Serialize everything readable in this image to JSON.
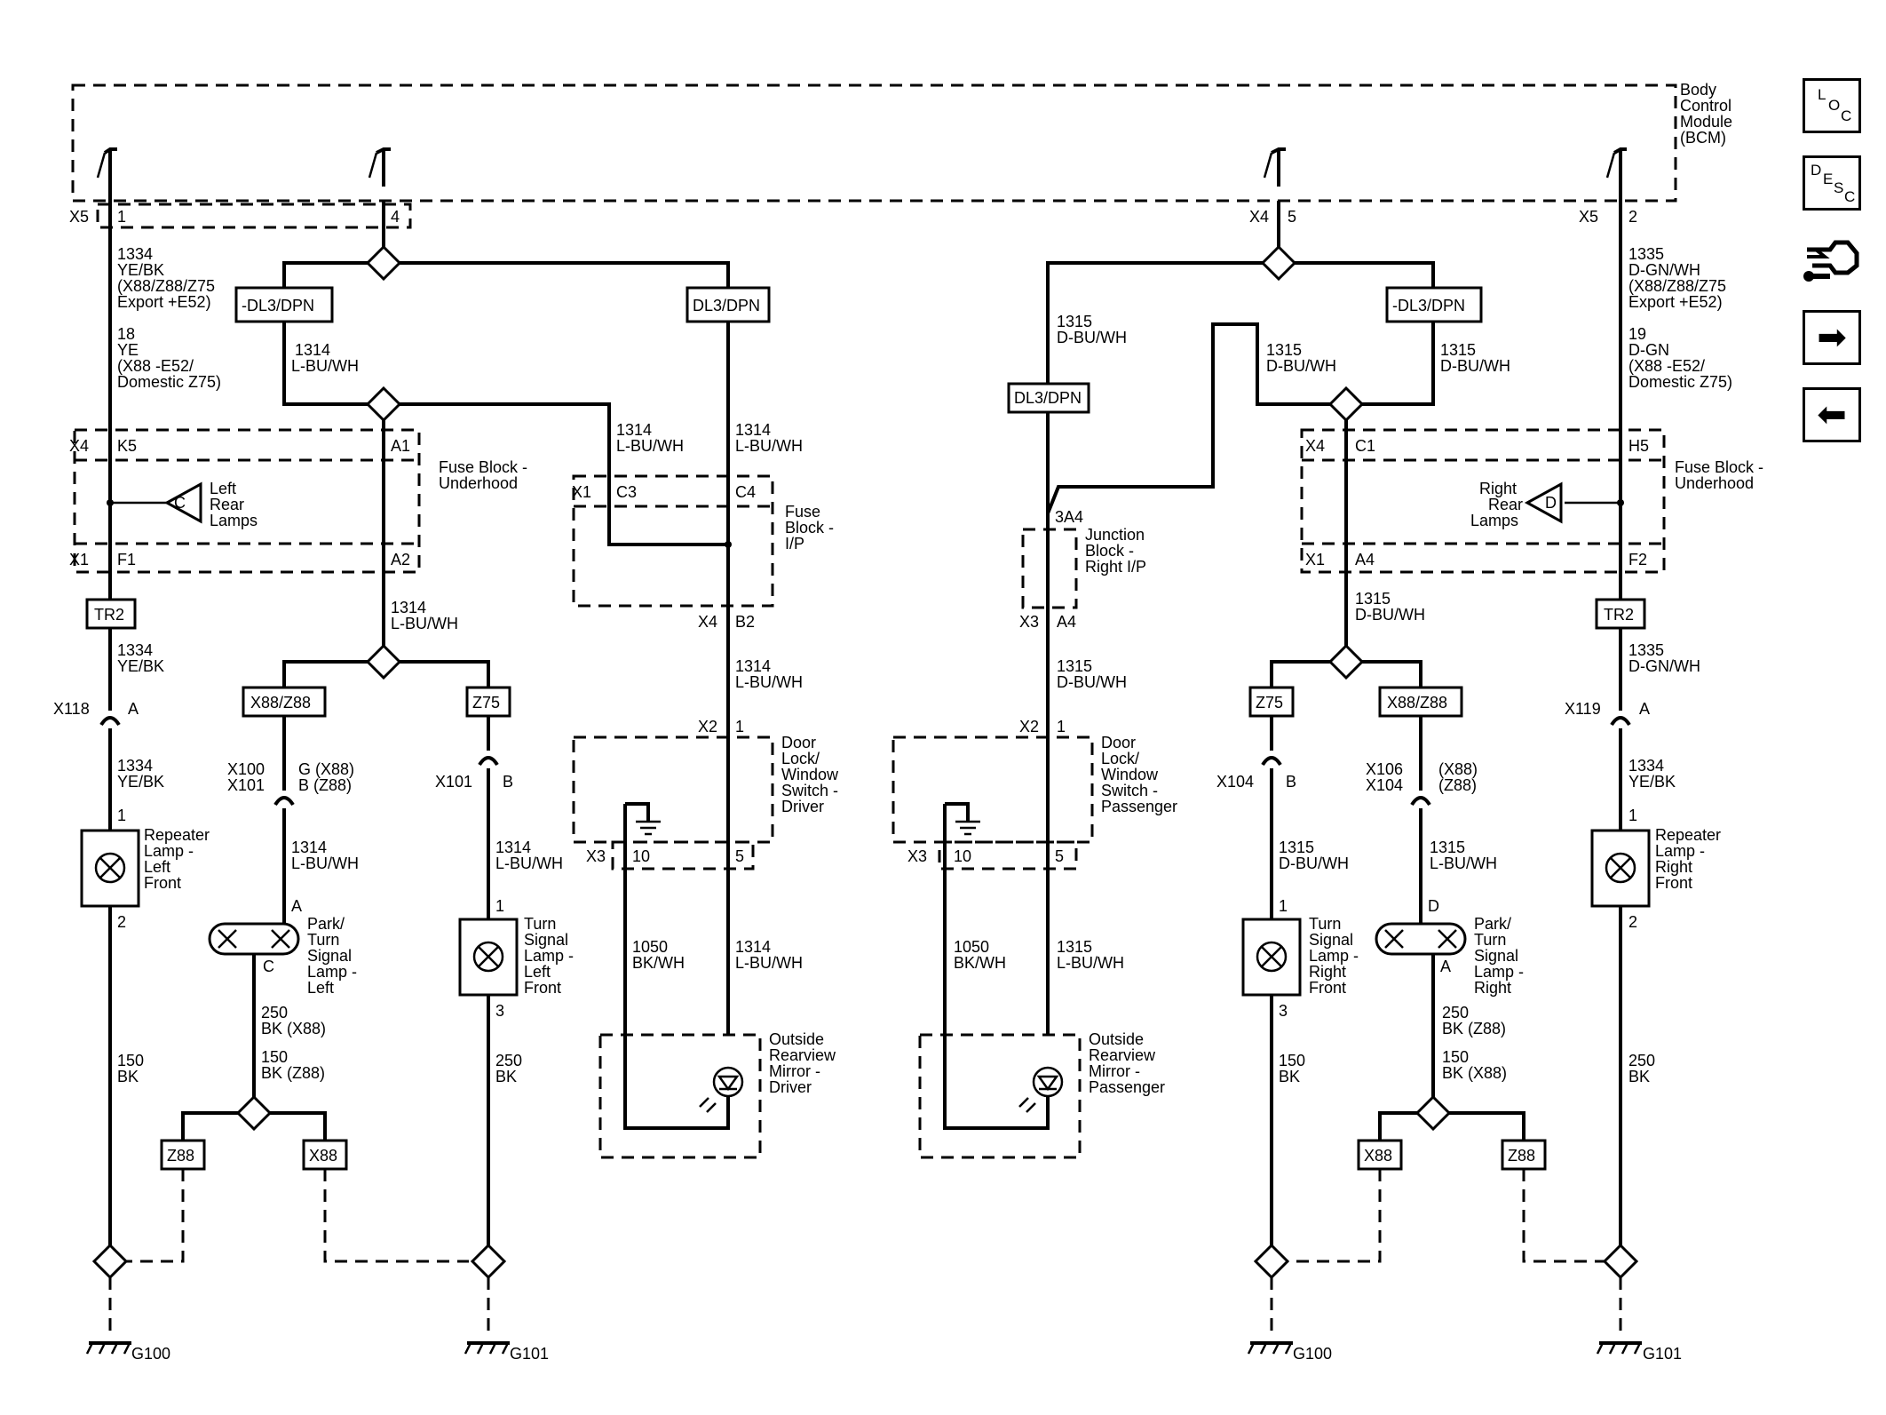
{
  "bcm": {
    "name": [
      "Body",
      "Control",
      "Module",
      "(BCM)"
    ]
  },
  "pins": {
    "x5_1": [
      "X5",
      "1"
    ],
    "p4": "4",
    "x4_5": [
      "X4",
      "5"
    ],
    "x5_2": [
      "X5",
      "2"
    ]
  },
  "left_outer_wire": [
    "1334",
    "YE/BK",
    "(X88/Z88/Z75",
    "Export +E52)",
    "18",
    "YE",
    "(X88 -E52/",
    "Domestic Z75)"
  ],
  "right_outer_wire": [
    "1335",
    "D-GN/WH",
    "(X88/Z88/Z75",
    "Export +E52)",
    "19",
    "D-GN",
    "(X88 -E52/",
    "Domestic Z75)"
  ],
  "options": {
    "ndl3": "-DL3/DPN",
    "dl3": "DL3/DPN",
    "x88z88": "X88/Z88",
    "z75": "Z75",
    "tr2": "TR2",
    "z88": "Z88",
    "x88": "X88"
  },
  "wire_1314_lbuwh": [
    "1314",
    "L-BU/WH"
  ],
  "wire_1315_dbuwh": [
    "1315",
    "D-BU/WH"
  ],
  "wire_1314_lbuwh_b": [
    "1314",
    "L-BU/WH"
  ],
  "wire_1315_lbuwh": [
    "1315",
    "L-BU/WH"
  ],
  "fuse_block_underhood": [
    "Fuse Block -",
    "Underhood"
  ],
  "fuse_block_ip": [
    "Fuse",
    "Block -",
    "I/P"
  ],
  "junction_block": [
    "Junction",
    "Block -",
    "Right I/P"
  ],
  "left_rear_lamps": [
    "Left",
    "Rear",
    "Lamps"
  ],
  "right_rear_lamps": [
    "Right",
    "Rear",
    "Lamps"
  ],
  "conn_labels": {
    "x4": "X4",
    "k5": "K5",
    "a1": "A1",
    "x1": "X1",
    "f1": "F1",
    "a2": "A2",
    "c3": "C3",
    "c4": "C4",
    "x4b": "X4",
    "b2": "B2",
    "c1": "C1",
    "h5": "H5",
    "a4": "A4",
    "f2": "F2",
    "x3": "X3",
    "a4j": "A4",
    "3a4": "3A4",
    "x2": "X2",
    "one": "1",
    "ten": "10",
    "five": "5",
    "x118": "X118",
    "x119": "X119",
    "a": "A",
    "b": "B",
    "c": "C",
    "d": "D",
    "x100": "X100",
    "x101": "X101",
    "g_x88": "G (X88)",
    "b_z88": "B (Z88)",
    "x104": "X104",
    "x106": "X106",
    "x88p": "(X88)",
    "z88p": "(Z88)",
    "two": "2",
    "three": "3"
  },
  "door_switch_driver": [
    "Door",
    "Lock/",
    "Window",
    "Switch -",
    "Driver"
  ],
  "door_switch_pass": [
    "Door",
    "Lock/",
    "Window",
    "Switch -",
    "Passenger"
  ],
  "mirror_driver": [
    "Outside",
    "Rearview",
    "Mirror -",
    "Driver"
  ],
  "mirror_pass": [
    "Outside",
    "Rearview",
    "Mirror -",
    "Passenger"
  ],
  "repeater_left": [
    "Repeater",
    "Lamp -",
    "Left",
    "Front"
  ],
  "repeater_right": [
    "Repeater",
    "Lamp -",
    "Right",
    "Front"
  ],
  "park_left": [
    "Park/",
    "Turn",
    "Signal",
    "Lamp -",
    "Left"
  ],
  "park_right": [
    "Park/",
    "Turn",
    "Signal",
    "Lamp -",
    "Right"
  ],
  "turn_left": [
    "Turn",
    "Signal",
    "Lamp -",
    "Left",
    "Front"
  ],
  "turn_right": [
    "Turn",
    "Signal",
    "Lamp -",
    "Right",
    "Front"
  ],
  "wires": {
    "w1334_yebk": [
      "1334",
      "YE/BK"
    ],
    "w1335_dgnwh": [
      "1335",
      "D-GN/WH"
    ],
    "w1050_bkwh": [
      "1050",
      "BK/WH"
    ],
    "w1314": [
      "1314",
      "L-BU/WH"
    ],
    "w1315_lbuwh": [
      "1315",
      "L-BU/WH"
    ],
    "w150_bk": [
      "150",
      "BK"
    ],
    "w250_bk": [
      "250",
      "BK"
    ],
    "w250_bkx88": [
      "250",
      "BK (X88)"
    ],
    "w150_bkz88": [
      "150",
      "BK (Z88)"
    ],
    "w250_bkz88": [
      "250",
      "BK (Z88)"
    ],
    "w150_bkx88": [
      "150",
      "BK (X88)"
    ]
  },
  "grounds": {
    "g100": "G100",
    "g101": "G101"
  },
  "side_icons": {
    "loc": [
      "L",
      "O",
      "C"
    ],
    "desc": [
      "D",
      "E",
      "S",
      "C"
    ]
  }
}
